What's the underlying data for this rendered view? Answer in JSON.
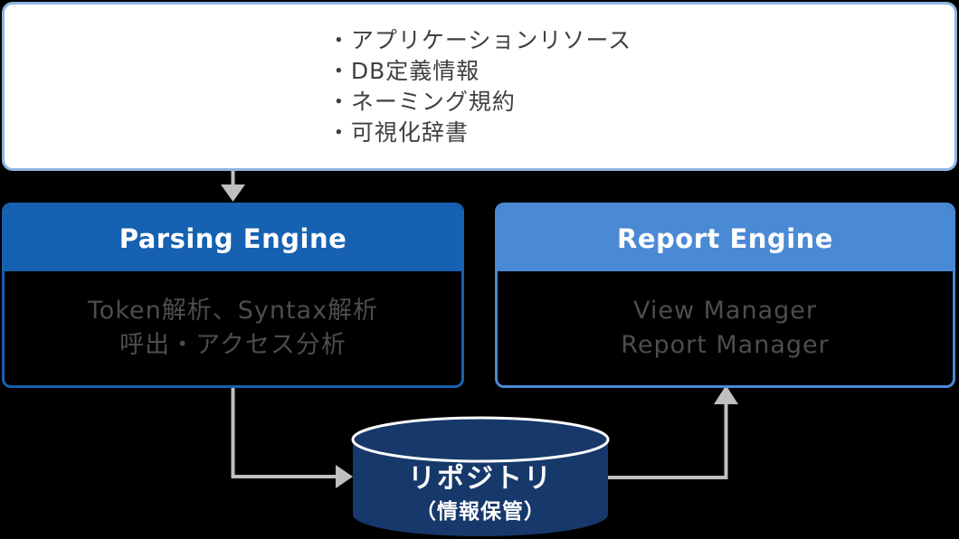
{
  "colors": {
    "background": "#000000",
    "top_box_fill": "#ffffff",
    "top_box_border": "#8db4e2",
    "top_box_text": "#404040",
    "parsing_blue": "#1661b1",
    "report_blue": "#4a89d4",
    "engine_body_text": "#4d4d4d",
    "header_text": "#ffffff",
    "cylinder_navy": "#17386b",
    "cylinder_outline": "#ffffff",
    "cylinder_text": "#ffffff",
    "arrow_gray": "#bfbfbf"
  },
  "top_box": {
    "items": [
      "・アプリケーションリソース",
      "・DB定義情報",
      "・ネーミング規約",
      "・可視化辞書"
    ]
  },
  "parsing_engine": {
    "title": "Parsing Engine",
    "lines": [
      "Token解析、Syntax解析",
      "呼出・アクセス分析"
    ]
  },
  "report_engine": {
    "title": "Report Engine",
    "lines": [
      "View Manager",
      "Report Manager"
    ]
  },
  "repository": {
    "title": "リポジトリ",
    "subtitle": "（情報保管）"
  }
}
